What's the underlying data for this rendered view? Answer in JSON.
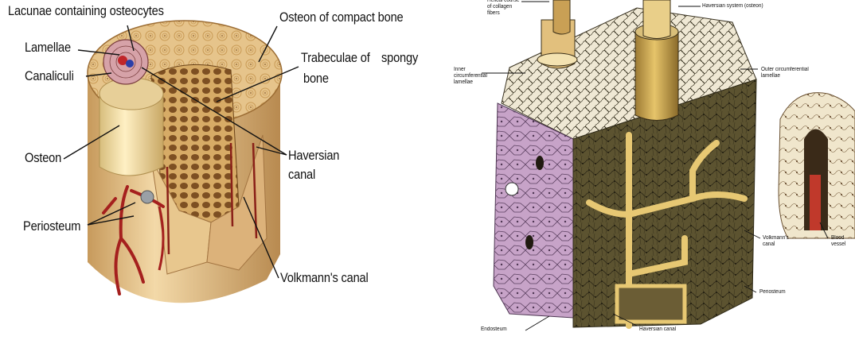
{
  "left_diagram": {
    "labels": {
      "lacunae": "Lacunae containing osteocytes",
      "lamellae": "Lamellae",
      "canaliculi": "Canaliculi",
      "osteon": "Osteon",
      "periosteum": "Periosteum",
      "osteon_compact": "Osteon of compact bone",
      "trabeculae_line1": "Trabeculae of",
      "trabeculae_line2": "spongy",
      "trabeculae_line3": "bone",
      "haversian_line1": "Haversian",
      "haversian_line2": "canal",
      "volkmann": "Volkmann's canal"
    }
  },
  "right_diagram": {
    "labels": {
      "helical_collagen": "Helical course\nof collagen\nfibers",
      "haversian_system": "Haversian system (osteon)",
      "inner_circumferential": "Inner\ncircumferential\nlamellae",
      "outer_circumferential": "Outer circumferential\nlamellae",
      "volkmann": "Volkmann's\ncanal",
      "blood_vessel": "Blood\nvessel",
      "periosteum": "Periosteum",
      "endosteum": "Endosteum",
      "haversian_canal": "Haversian canal"
    }
  },
  "colors": {
    "bone_tan": "#d9b47a",
    "bone_light": "#f2dcae",
    "bone_dark": "#8c6a35",
    "vessel_red": "#a5201e",
    "olive_dark": "#5e5431",
    "olive_mid": "#7a6e40",
    "pink_endosteum": "#c9a6c9",
    "canal_yellow": "#e7c873",
    "cream": "#eee6cf"
  }
}
